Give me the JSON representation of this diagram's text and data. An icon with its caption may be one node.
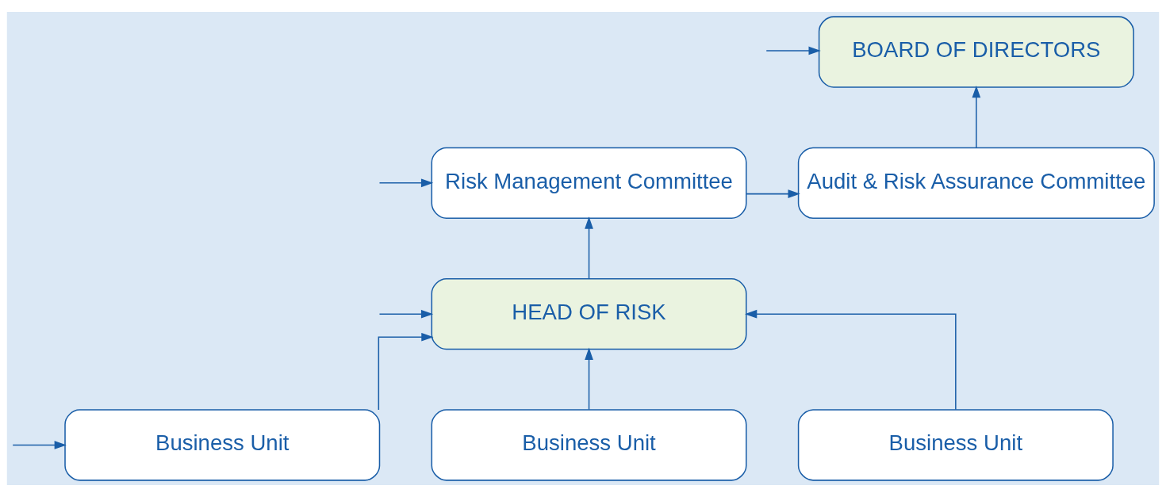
{
  "diagram": {
    "nodes": [
      {
        "text": [
          "BOARD OF DIRECTORS"
        ]
      },
      {
        "text": [
          "Risk Management Committee"
        ]
      },
      {
        "text": [
          "Audit & Risk Assurance Committee"
        ]
      },
      {
        "text": [
          "HEAD OF RISK"
        ]
      },
      {
        "text": [
          "Business Unit"
        ]
      },
      {
        "text": [
          "Business Unit"
        ]
      },
      {
        "text": [
          "Business Unit"
        ]
      }
    ],
    "edges": [
      {
        "from": null,
        "to": 0,
        "arrow": "to"
      },
      {
        "from": null,
        "to": 1,
        "arrow": "to"
      },
      {
        "from": 1,
        "to": 2,
        "arrow": "to"
      },
      {
        "from": 2,
        "to": 0,
        "arrow": "to"
      },
      {
        "from": 3,
        "to": 1,
        "arrow": "to"
      },
      {
        "from": null,
        "to": 3,
        "arrow": "to"
      },
      {
        "from": 4,
        "to": 3,
        "arrow": "to"
      },
      {
        "from": 5,
        "to": 3,
        "arrow": "to"
      },
      {
        "from": 6,
        "to": 3,
        "arrow": "to"
      },
      {
        "from": null,
        "to": 4,
        "arrow": "to"
      }
    ]
  }
}
